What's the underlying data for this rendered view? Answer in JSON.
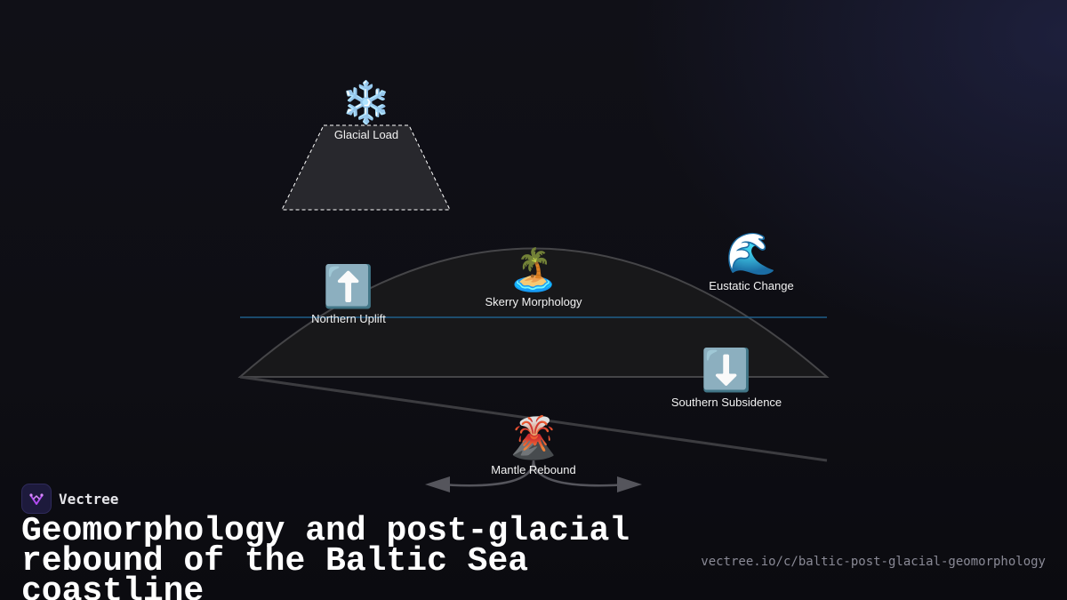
{
  "diagram": {
    "nodes": {
      "glacial_load": {
        "label": "Glacial Load",
        "icon": "snowflake-icon",
        "glyph": "❄️"
      },
      "northern_uplift": {
        "label": "Northern Uplift",
        "icon": "up-arrow-icon",
        "glyph": "⬆️"
      },
      "skerry_morphology": {
        "label": "Skerry Morphology",
        "icon": "desert-island-icon",
        "glyph": "🏝️"
      },
      "eustatic_change": {
        "label": "Eustatic Change",
        "icon": "water-wave-icon",
        "glyph": "🌊"
      },
      "southern_subsidence": {
        "label": "Southern Subsidence",
        "icon": "down-arrow-icon",
        "glyph": "⬇️"
      },
      "mantle_rebound": {
        "label": "Mantle Rebound",
        "icon": "volcano-icon",
        "glyph": "🌋"
      }
    }
  },
  "brand": {
    "name": "Vectree",
    "icon": "vectree-logo-icon"
  },
  "title": "Geomorphology and post-glacial rebound of the Baltic Sea coastline",
  "source_url": "vectree.io/c/baltic-post-glacial-geomorphology",
  "colors": {
    "background": "#0d0d12",
    "landmass_fill": "#18181a",
    "sea_level_line": "#1f5f8a",
    "glacier_fill": "#28282d",
    "arrow_gray": "#55555c",
    "brand_accent": "#b24bf3"
  }
}
